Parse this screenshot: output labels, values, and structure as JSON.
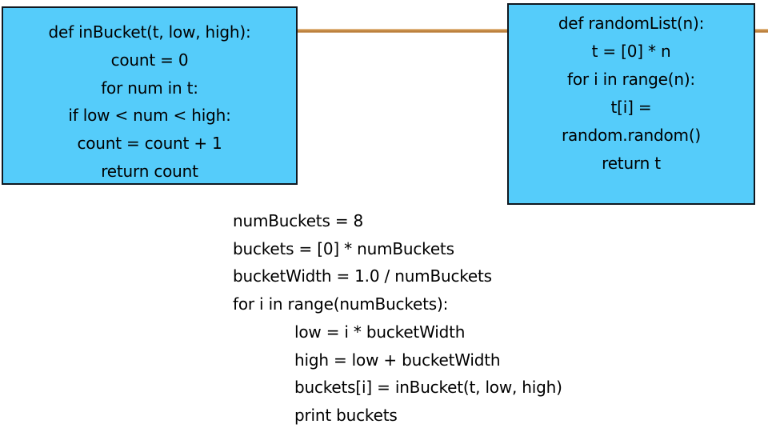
{
  "slide": {
    "background_color": "#ffffff",
    "code_box_fill": "#55ccfa",
    "code_box_border": "#101820",
    "connector_color": "#c08540",
    "text_color": "#000000"
  },
  "left_box": {
    "name": "inBucket function",
    "lines": [
      "def inBucket(t, low, high):",
      "count = 0",
      "for num in t:",
      "if low < num < high:",
      "count = count + 1",
      "return count"
    ]
  },
  "right_box": {
    "name": "randomList function",
    "lines": [
      "def randomList(n):",
      "t = [0] * n",
      "for i in range(n):",
      "t[i] =",
      "random.random()",
      "return t"
    ]
  },
  "bottom_block": {
    "name": "main bucket driver code",
    "lines": [
      {
        "text": "numBuckets = 8",
        "indent": 0
      },
      {
        "text": "buckets = [0] * numBuckets",
        "indent": 0
      },
      {
        "text": "bucketWidth = 1.0 / numBuckets",
        "indent": 0
      },
      {
        "text": "for i in range(numBuckets):",
        "indent": 0
      },
      {
        "text": "low = i * bucketWidth",
        "indent": 1
      },
      {
        "text": "high = low + bucketWidth",
        "indent": 1
      },
      {
        "text": "buckets[i] = inBucket(t, low, high)",
        "indent": 1
      },
      {
        "text": "print buckets",
        "indent": 1
      }
    ]
  },
  "connector": {
    "name": "horizontal connector line"
  }
}
